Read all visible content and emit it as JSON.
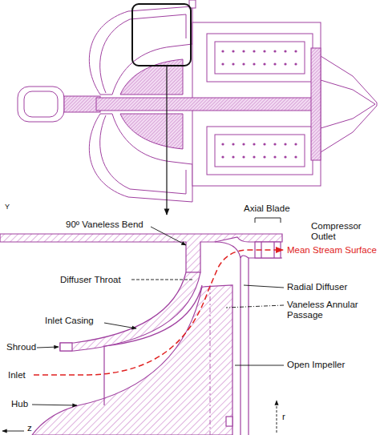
{
  "diagram": {
    "labels": [
      "Y",
      "Axial Blade",
      "90º Vaneless Bend",
      "Compressor Outlet",
      "Mean Stream Surface",
      "Diffuser Throat",
      "Radial Diffuser",
      "Vaneless Annular Passage",
      "Inlet Casing",
      "Shroud",
      "Inlet",
      "Open Impeller",
      "Hub",
      "r",
      "z"
    ]
  }
}
